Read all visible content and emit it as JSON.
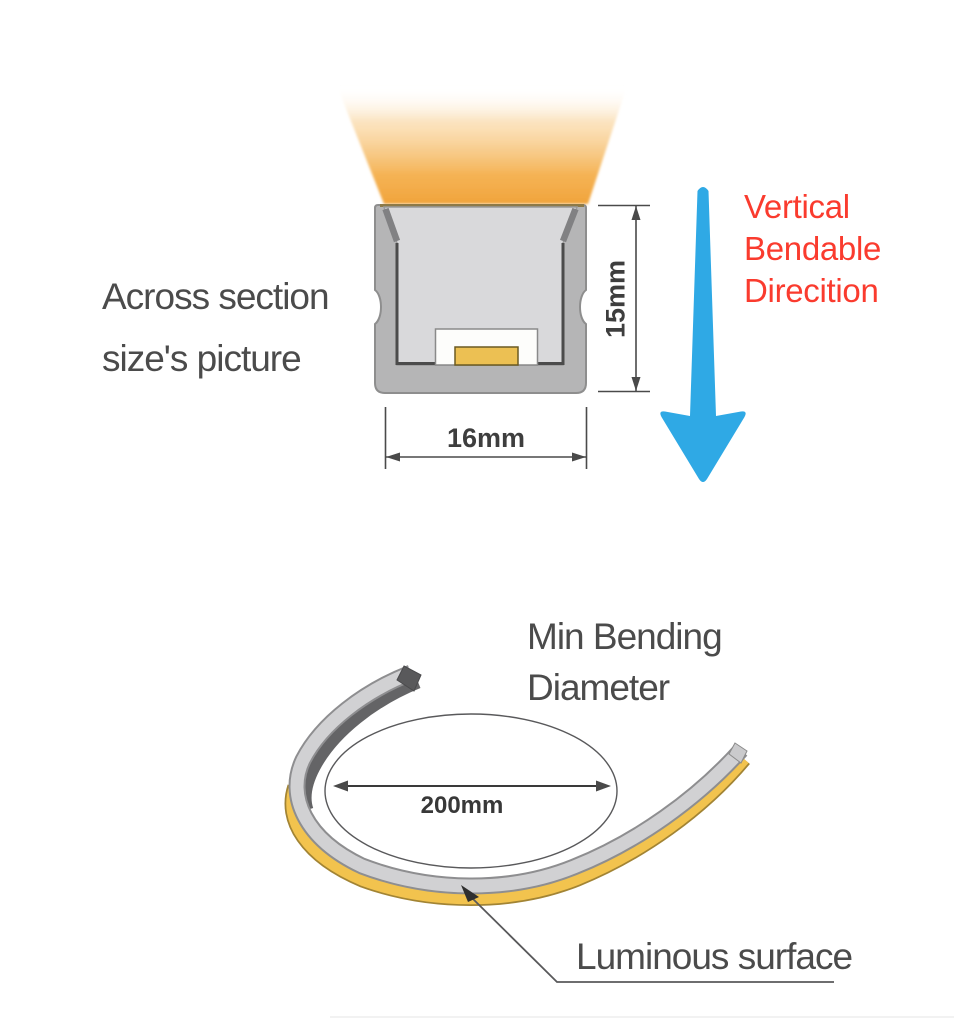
{
  "colors": {
    "beam_orange": "#F1A43C",
    "strip_yellow": "#F2C34E",
    "led_yellow": "#ECC053",
    "arrow_blue": "#2FA9E5",
    "label_red": "#FA3B2E",
    "text_gray": "#4B4B4B",
    "dim_gray": "#3E3E3E",
    "body_gray": "#B5B5B6",
    "cavity_gray": "#D9D9DB"
  },
  "cross_section": {
    "caption_line1": "Across section",
    "caption_line2": "size's picture",
    "height_label": "15mm",
    "width_label": "16mm"
  },
  "bend_direction": {
    "line1": "Vertical",
    "line2": "Bendable",
    "line3": "Direcition",
    "icon": "down-arrow-icon"
  },
  "bending": {
    "title_line1": "Min Bending",
    "title_line2": "Diameter",
    "diameter_label": "200mm",
    "surface_label": "Luminous surface"
  }
}
